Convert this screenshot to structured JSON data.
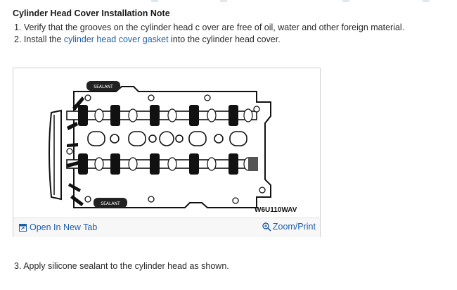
{
  "section": {
    "title": "Cylinder Head Cover Installation Note"
  },
  "steps": [
    {
      "prefix": "1. Verify that the grooves on the cylinder head c over are free of oil, water and other foreign material.",
      "link": "",
      "suffix": ""
    },
    {
      "prefix": "2. Install the ",
      "link": "cylinder head cover gasket",
      "suffix": " into the cylinder head cover."
    },
    {
      "prefix": "3. Apply silicone sealant to the cylinder head as shown.",
      "link": "",
      "suffix": ""
    }
  ],
  "figure": {
    "code": "W6U110WAV",
    "callout_top": "SEALANT",
    "callout_bottom": "SEALANT",
    "open_tab_label": "Open In New Tab",
    "zoom_label": "Zoom/Print",
    "open_tab_icon": "open-new-tab-icon",
    "zoom_icon": "zoom-magnifier-icon",
    "link_color": "#1f5fa8"
  }
}
